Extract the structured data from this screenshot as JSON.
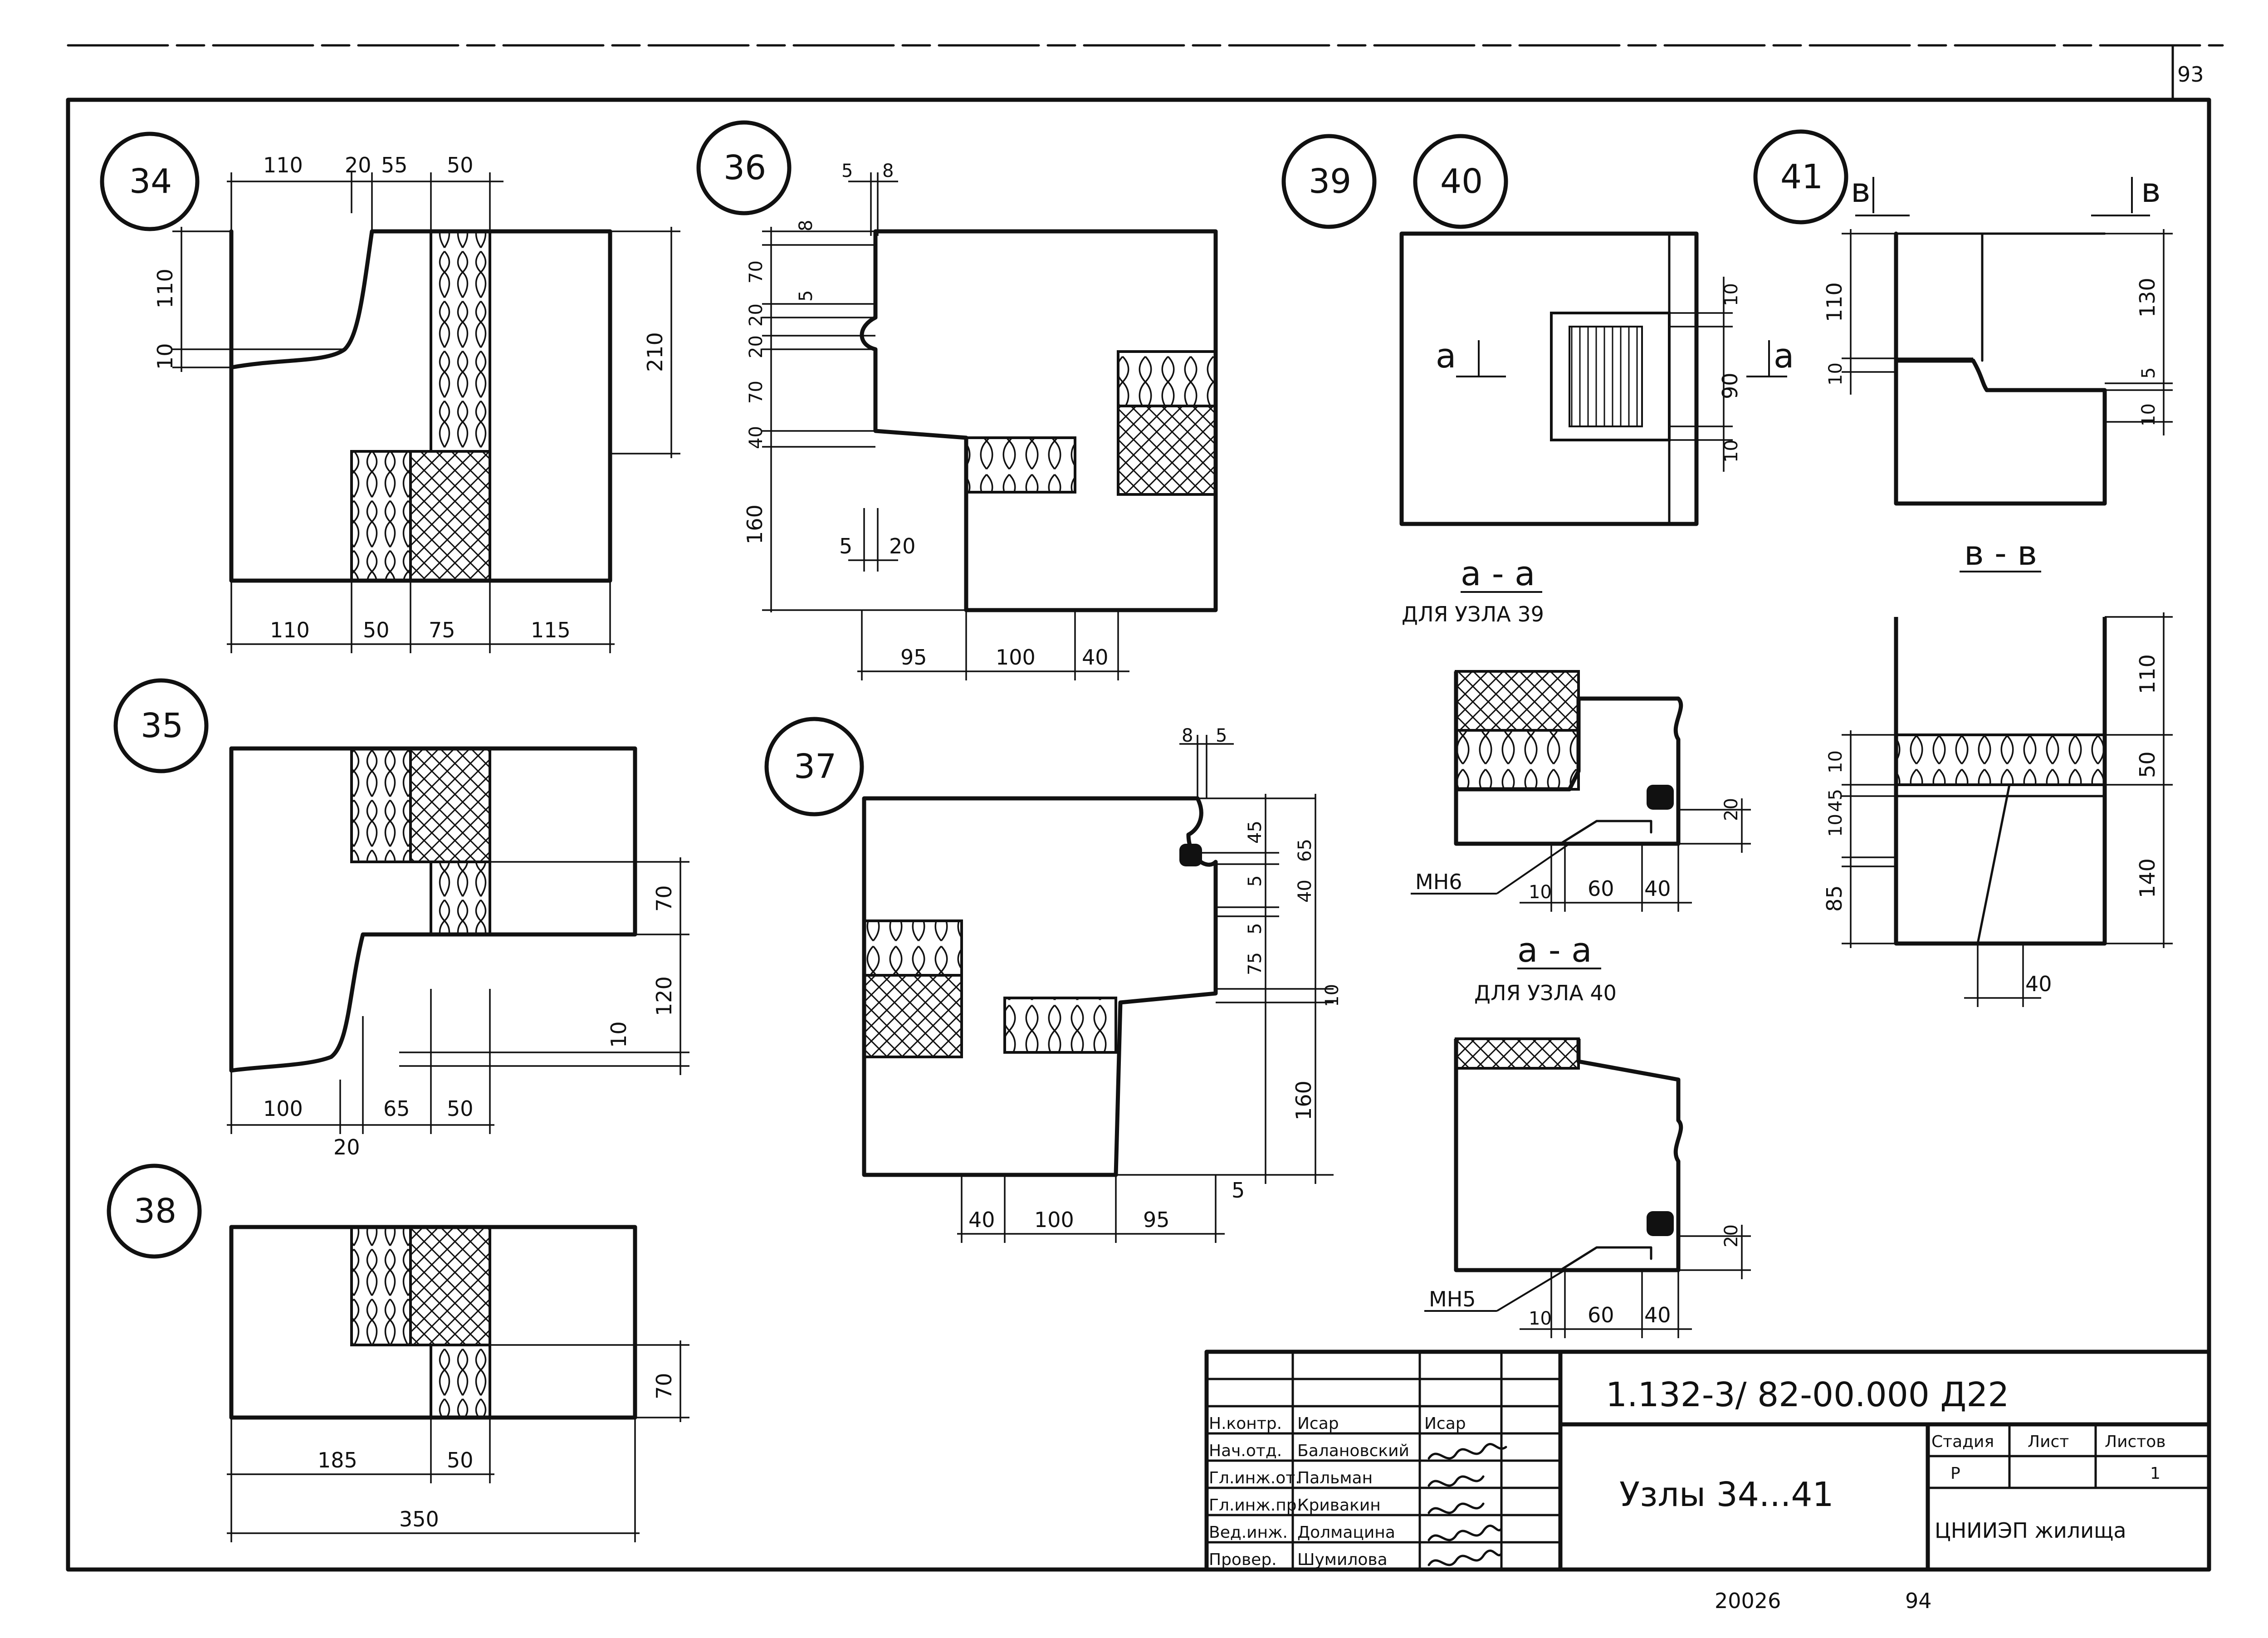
{
  "sheet": {
    "page_number": "93",
    "bottom_notes": [
      "20026",
      "94"
    ]
  },
  "nodes": {
    "n34": {
      "label": "34",
      "top_dims": [
        "110",
        "20",
        "55",
        "50"
      ],
      "bottom_dims": [
        "110",
        "50",
        "75",
        "115"
      ],
      "side_dims": [
        "110",
        "10",
        "210"
      ]
    },
    "n35": {
      "label": "35",
      "bottom_dims": [
        "100",
        "20",
        "65",
        "50"
      ],
      "side_dims": [
        "70",
        "120",
        "10"
      ]
    },
    "n36": {
      "label": "36",
      "top_dims": [
        "5",
        "8"
      ],
      "side_dims": [
        "8",
        "70",
        "5",
        "20",
        "20",
        "70",
        "40",
        "160"
      ],
      "inner_dims": [
        "5",
        "20"
      ],
      "bottom_dims": [
        "95",
        "100",
        "40"
      ]
    },
    "n37": {
      "label": "37",
      "top_dims": [
        "8",
        "5"
      ],
      "side_dims": [
        "45",
        "65",
        "5",
        "40",
        "5",
        "75",
        "10",
        "160",
        "5"
      ],
      "bottom_dims": [
        "40",
        "100",
        "95"
      ]
    },
    "n38": {
      "label": "38",
      "bottom_dims": [
        "185",
        "50",
        "350"
      ],
      "side_dims": [
        "70"
      ]
    },
    "n39": {
      "label": "39"
    },
    "n40": {
      "label": "40",
      "section_mark": "a",
      "side_dims": [
        "10",
        "90",
        "10"
      ]
    },
    "n41": {
      "label": "41",
      "section_mark": "в",
      "side_dims": [
        "110",
        "10",
        "130",
        "5",
        "10"
      ]
    }
  },
  "sections": {
    "aa39": {
      "title": "а - а",
      "subtitle": "ДЛЯ УЗЛА 39",
      "mark": "МН6",
      "dims": [
        "10",
        "60",
        "40",
        "20"
      ]
    },
    "aa40": {
      "title": "а - а",
      "subtitle": "ДЛЯ УЗЛА 40",
      "mark": "МН5",
      "dims": [
        "10",
        "60",
        "40",
        "20"
      ]
    },
    "bb": {
      "title": "в - в",
      "side_dims": [
        "110",
        "10",
        "50",
        "10",
        "45",
        "85",
        "140",
        "40"
      ]
    }
  },
  "title_block": {
    "code": "1.132-3/ 82-00.000 Д22",
    "title": "Узлы 34...41",
    "org": "ЦНИИЭП жилища",
    "stage_header": "Стадия",
    "sheet_header": "Лист",
    "sheets_header": "Листов",
    "stage": "Р",
    "sheet": "",
    "sheets": "1",
    "rows": [
      {
        "role": "Н.контр.",
        "name": "Исар",
        "sign": "Исар"
      },
      {
        "role": "Нач.отд.",
        "name": "Балановский",
        "sign": ""
      },
      {
        "role": "Гл.инж.от.",
        "name": "Пальман",
        "sign": ""
      },
      {
        "role": "Гл.инж.пр.",
        "name": "Кривакин",
        "sign": ""
      },
      {
        "role": "Вед.инж.",
        "name": "Долмацина",
        "sign": ""
      },
      {
        "role": "Провер.",
        "name": "Шумилова",
        "sign": ""
      }
    ]
  }
}
